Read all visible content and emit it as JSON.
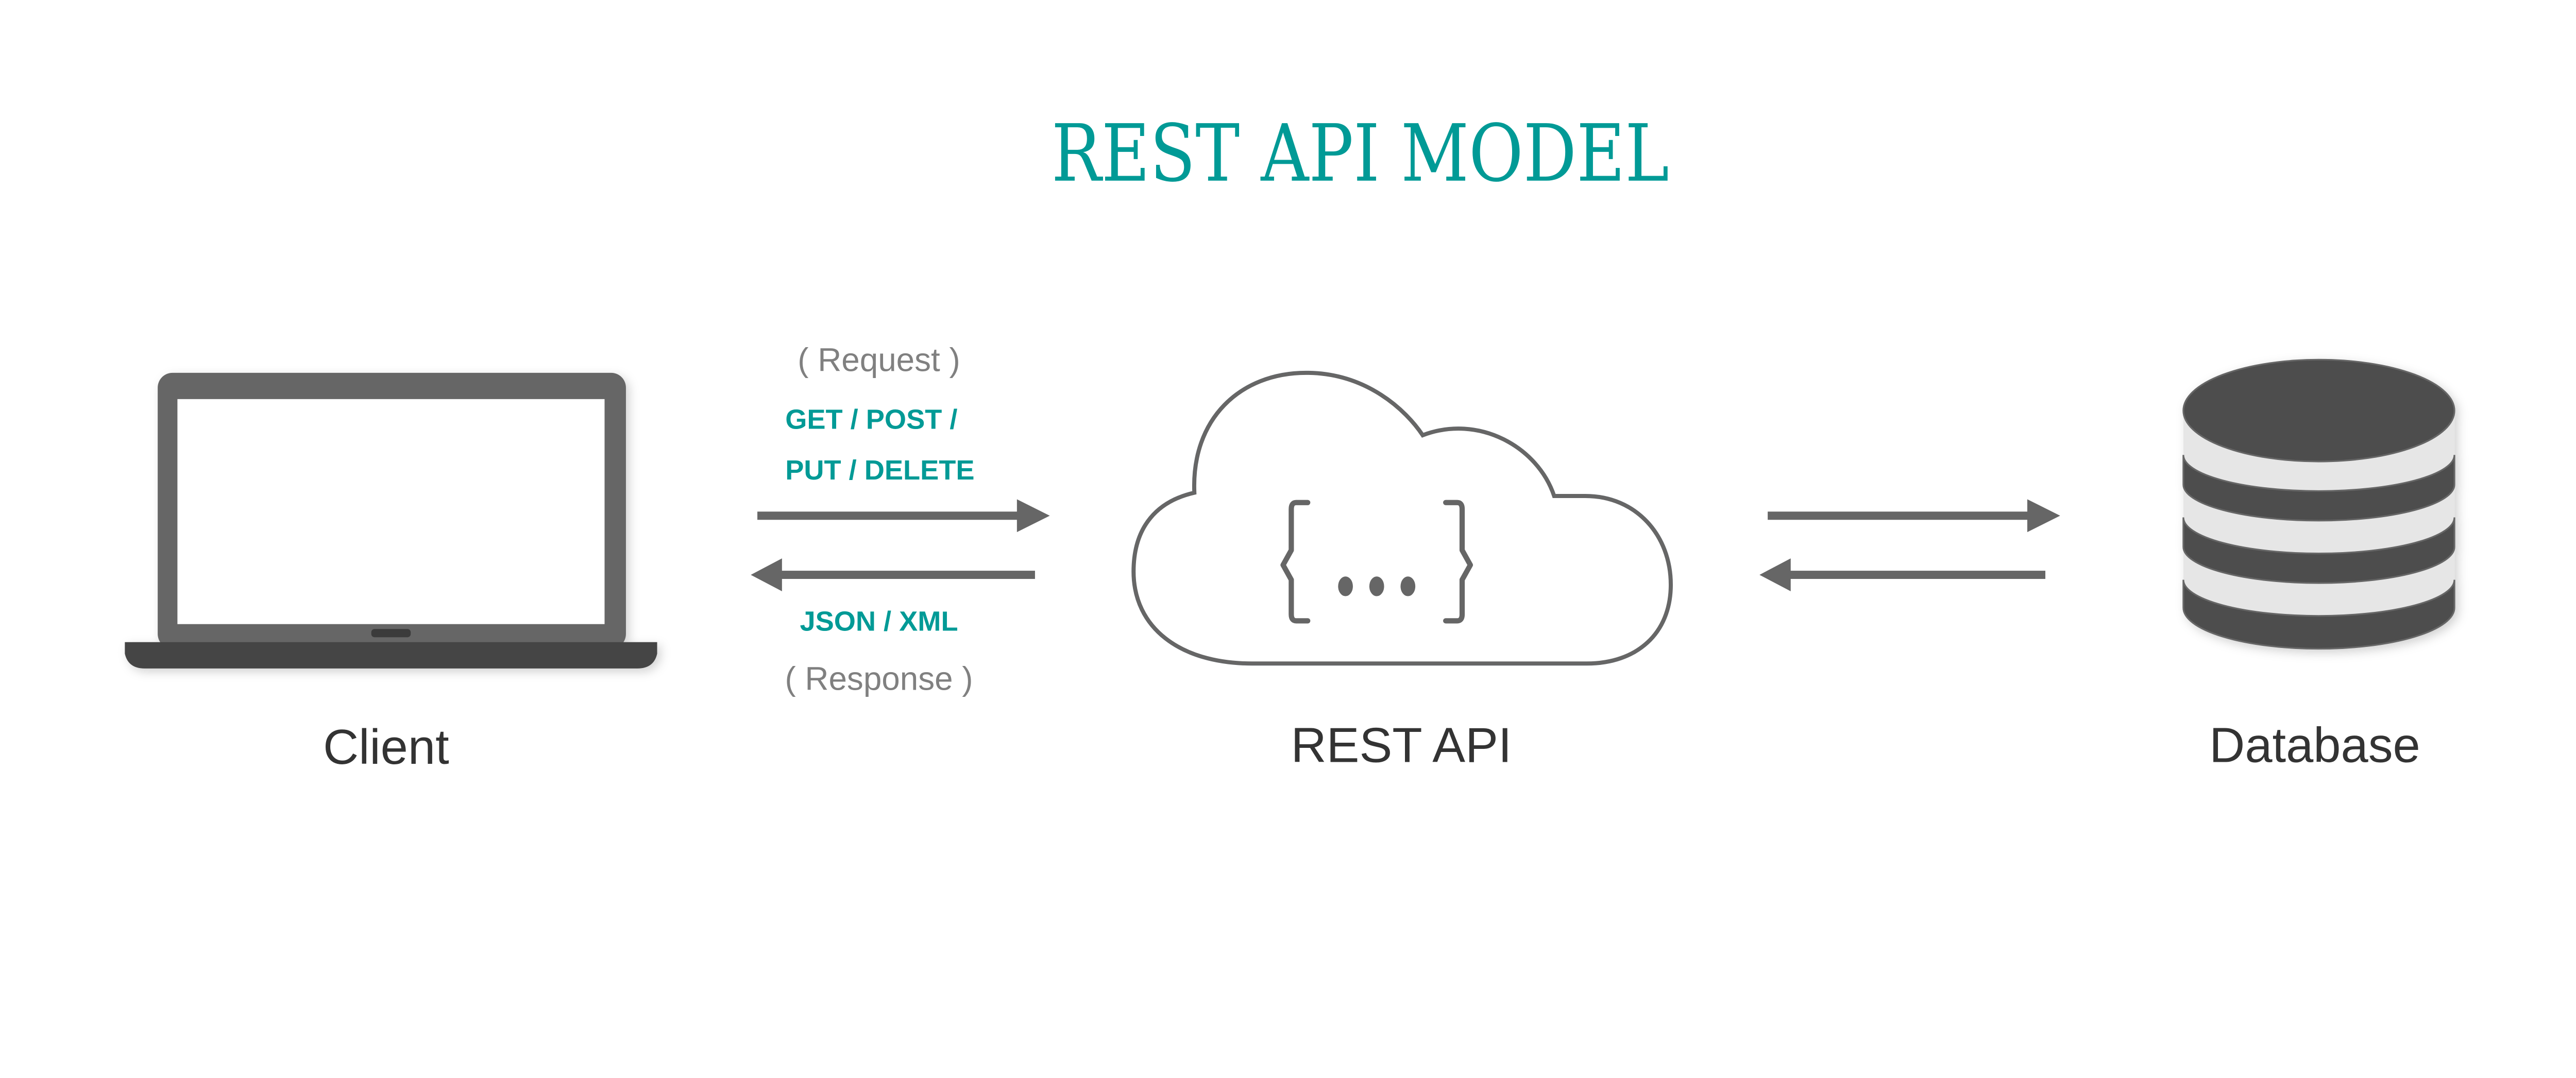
{
  "title": "REST API MODEL",
  "colors": {
    "accent": "#009a96",
    "icon_dark": "#4d4d4d",
    "icon_mid": "#666666",
    "label_gray": "#808080",
    "text_dark": "#333333"
  },
  "client": {
    "label": "Client",
    "icon": "laptop-icon"
  },
  "api": {
    "label": "REST API",
    "icon": "cloud-icon",
    "inner_icon": "json-braces-icon"
  },
  "database": {
    "label": "Database",
    "icon": "database-icon"
  },
  "request": {
    "caption": "( Request )",
    "methods_line1": "GET / POST /",
    "methods_line2": "PUT / DELETE"
  },
  "response": {
    "formats": "JSON / XML",
    "caption": "( Response )"
  }
}
